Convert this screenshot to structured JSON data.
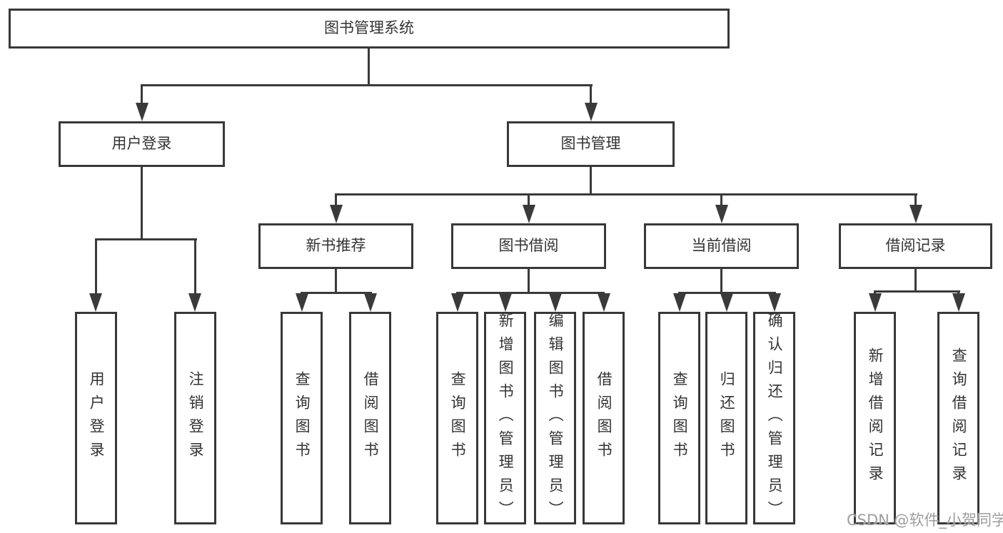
{
  "tree": {
    "label": "图书管理系统",
    "children": [
      {
        "label": "用户登录",
        "children": [
          {
            "label": "用户登录"
          },
          {
            "label": "注销登录"
          }
        ]
      },
      {
        "label": "图书管理",
        "children": [
          {
            "label": "新书推荐",
            "children": [
              {
                "label": "查询图书"
              },
              {
                "label": "借阅图书"
              }
            ]
          },
          {
            "label": "图书借阅",
            "children": [
              {
                "label": "查询图书"
              },
              {
                "label": "新增图书（管理员）"
              },
              {
                "label": "编辑图书（管理员）"
              },
              {
                "label": "借阅图书"
              }
            ]
          },
          {
            "label": "当前借阅",
            "children": [
              {
                "label": "查询图书"
              },
              {
                "label": "归还图书"
              },
              {
                "label": "确认归还（管理员）"
              }
            ]
          },
          {
            "label": "借阅记录",
            "children": [
              {
                "label": "新增借阅记录"
              },
              {
                "label": "查询借阅记录"
              }
            ]
          }
        ]
      }
    ]
  },
  "watermark": {
    "text": "CSDN @软件_小贺同学"
  },
  "colors": {
    "line": "#3a3a3a",
    "border": "#383838",
    "text": "#333333",
    "watermark": "#9e9e9e",
    "background": "#ffffff"
  }
}
